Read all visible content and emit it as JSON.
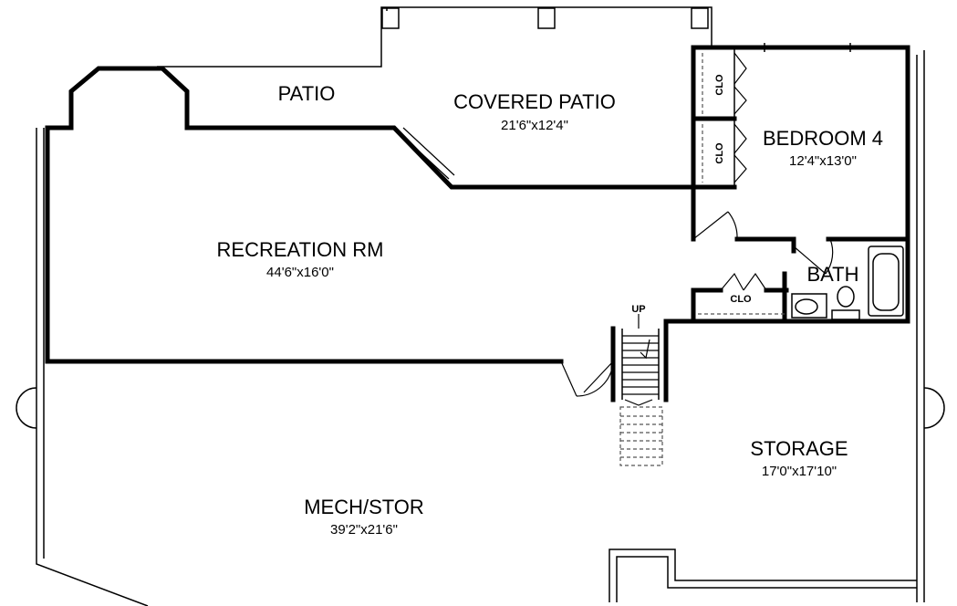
{
  "rooms": {
    "patio": {
      "name": "PATIO"
    },
    "covered_patio": {
      "name": "COVERED PATIO",
      "dims": "21'6\"x12'4\""
    },
    "bedroom4": {
      "name": "BEDROOM 4",
      "dims": "12'4\"x13'0\""
    },
    "recreation": {
      "name": "RECREATION RM",
      "dims": "44'6\"x16'0\""
    },
    "bath": {
      "name": "BATH"
    },
    "storage": {
      "name": "STORAGE",
      "dims": "17'0\"x17'10\""
    },
    "mech": {
      "name": "MECH/STOR",
      "dims": "39'2\"x21'6\""
    }
  },
  "closets": {
    "clo_top": "CLO",
    "clo_mid": "CLO",
    "clo_bath": "CLO"
  },
  "stair": {
    "label": "UP"
  }
}
